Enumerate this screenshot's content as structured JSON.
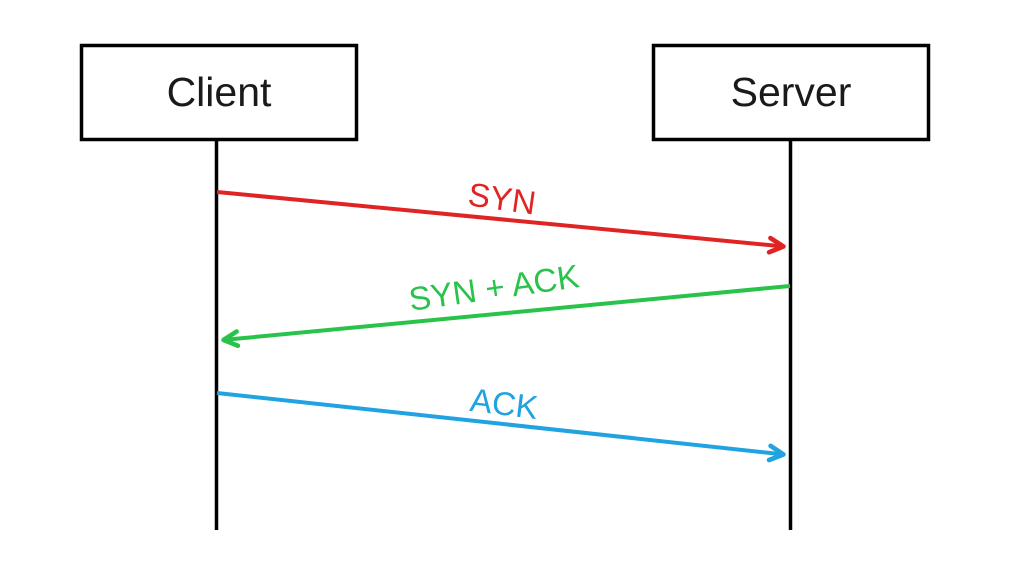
{
  "diagram_type": "sequence-diagram",
  "actors": [
    {
      "label": "Client"
    },
    {
      "label": "Server"
    }
  ],
  "messages": [
    {
      "label": "SYN",
      "from": "Client",
      "to": "Server",
      "color": "#e02424"
    },
    {
      "label": "SYN + ACK",
      "from": "Server",
      "to": "Client",
      "color": "#29c24a"
    },
    {
      "label": "ACK",
      "from": "Client",
      "to": "Server",
      "color": "#20a3e0"
    }
  ],
  "colors": {
    "lifeline": "#000000",
    "box_border": "#000000",
    "box_fill": "#ffffff",
    "background": "#ffffff",
    "syn": "#e02424",
    "syn_ack": "#29c24a",
    "ack": "#20a3e0"
  }
}
